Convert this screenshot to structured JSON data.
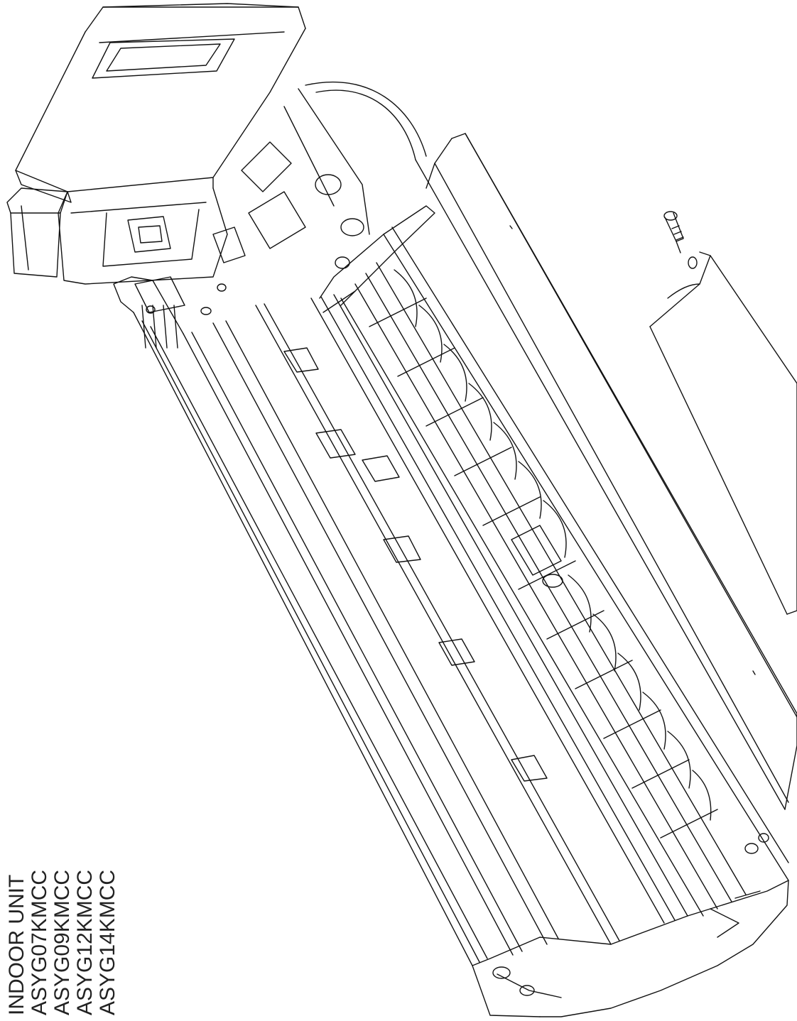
{
  "caption": {
    "title": "INDOOR UNIT",
    "models": [
      "ASYG07KMCC",
      "ASYG09KMCC",
      "ASYG12KMCC",
      "ASYG14KMCC"
    ]
  },
  "colors": {
    "line": "#111111",
    "background": "#ffffff"
  }
}
